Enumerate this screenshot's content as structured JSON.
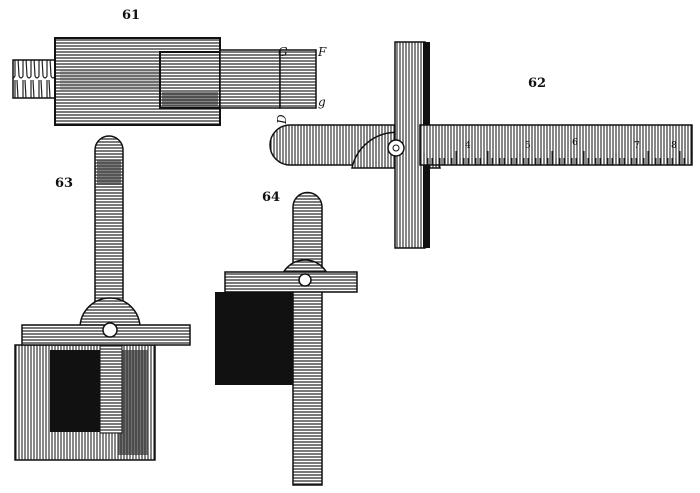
{
  "figures": {
    "fig61": {
      "label": "61",
      "letters": {
        "G": "G",
        "F": "F",
        "g": "g",
        "D": "D"
      }
    },
    "fig62": {
      "label": "62",
      "scale": [
        "4",
        "5",
        "6",
        "7",
        "8"
      ]
    },
    "fig63": {
      "label": "63"
    },
    "fig64": {
      "label": "64"
    }
  },
  "colors": {
    "ink": "#111111",
    "paper": "#ffffff"
  }
}
